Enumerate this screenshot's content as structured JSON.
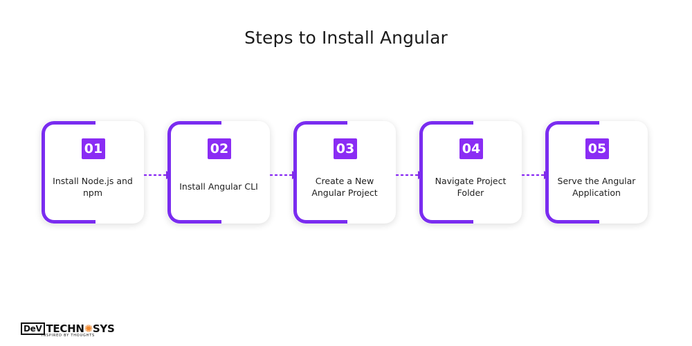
{
  "title": "Steps to Install Angular",
  "accent_color": "#8a2cf4",
  "steps": [
    {
      "number": "01",
      "label_line1": "Install Node.js and",
      "label_line2": "npm"
    },
    {
      "number": "02",
      "label_line1": "Install Angular CLI",
      "label_line2": ""
    },
    {
      "number": "03",
      "label_line1": "Create a New",
      "label_line2": "Angular Project"
    },
    {
      "number": "04",
      "label_line1": "Navigate Project",
      "label_line2": "Folder"
    },
    {
      "number": "05",
      "label_line1": "Serve the Angular",
      "label_line2": "Application"
    }
  ],
  "logo": {
    "dv": "DeV",
    "brand_a": "TECHN",
    "brand_b": "SYS",
    "tagline": "INSPIRED BY THOUGHTS"
  }
}
